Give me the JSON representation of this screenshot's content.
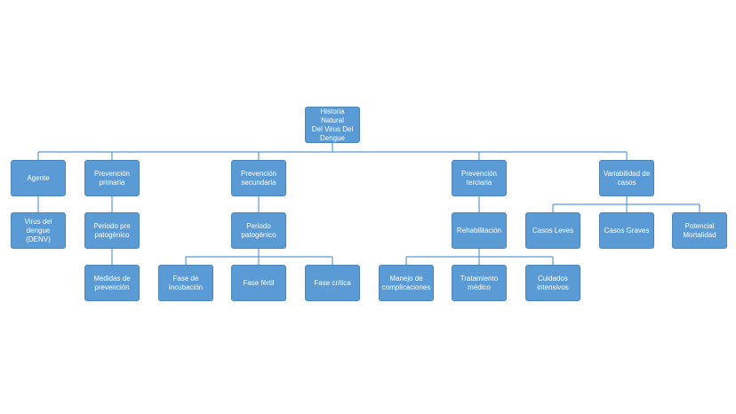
{
  "diagram": {
    "colors": {
      "box_fill": "#5b9bd5",
      "box_border": "#4a86bd",
      "connector": "#5b9bd5",
      "text": "#ffffff"
    },
    "root": "Historia Natural\nDel Virus Del\nDengue",
    "agente": {
      "title": "Agente",
      "child": "Virus del\ndengue (DENV)"
    },
    "primaria": {
      "title": "Prevención\nprimaria",
      "child": "Periodo pre\npatogénico",
      "grandchild": "Medidas de\nprevención"
    },
    "secundaria": {
      "title": "Prevención\nsecundaria",
      "child": "Periodo\npatogénico",
      "stages": [
        "Fase de\nincubación",
        "Fase fértil",
        "Fase crítica"
      ]
    },
    "terciaria": {
      "title": "Prevención\nterciaria",
      "child": "Rehabilitación",
      "stages": [
        "Manejo de\ncomplicaciones",
        "Tratamiento\nmédico",
        "Cuidados\nintensivos"
      ]
    },
    "variabilidad": {
      "title": "Variabilidad de\ncasos",
      "cases": [
        "Casos Leves",
        "Casos Graves",
        "Potencial\nMortalidad"
      ]
    }
  }
}
